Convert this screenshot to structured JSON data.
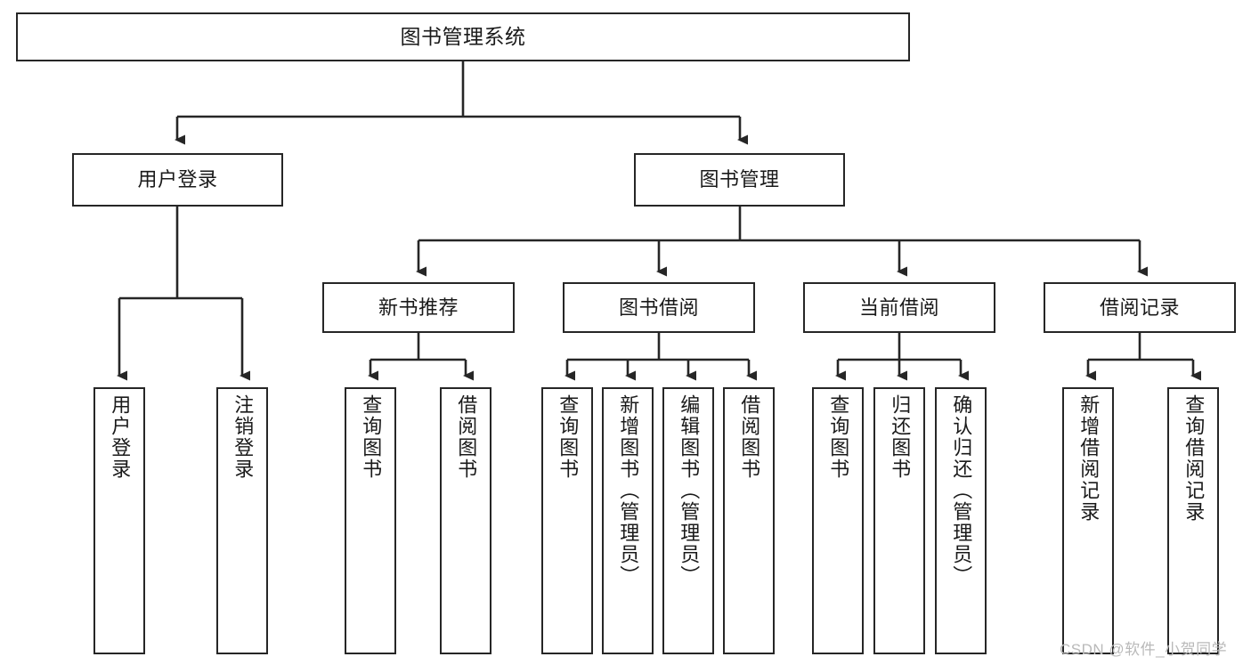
{
  "diagram": {
    "title": "图书管理系统",
    "type": "tree-hierarchy-diagram",
    "colors": {
      "stroke": "#262626",
      "background": "#ffffff",
      "text": "#1a1a1a",
      "watermark": "#b9b9b9"
    },
    "root": {
      "label": "图书管理系统"
    },
    "level1": [
      {
        "label": "用户登录"
      },
      {
        "label": "图书管理"
      }
    ],
    "level2": [
      {
        "label": "新书推荐"
      },
      {
        "label": "图书借阅"
      },
      {
        "label": "当前借阅"
      },
      {
        "label": "借阅记录"
      }
    ],
    "leaves": {
      "user_login": [
        {
          "label": "用户登录"
        },
        {
          "label": "注销登录"
        }
      ],
      "new_book_recommend": [
        {
          "label": "查询图书"
        },
        {
          "label": "借阅图书"
        }
      ],
      "book_borrow": [
        {
          "label": "查询图书"
        },
        {
          "label": "新增图书（管理员）"
        },
        {
          "label": "编辑图书（管理员）"
        },
        {
          "label": "借阅图书"
        }
      ],
      "current_borrow": [
        {
          "label": "查询图书"
        },
        {
          "label": "归还图书"
        },
        {
          "label": "确认归还（管理员）"
        }
      ],
      "borrow_record": [
        {
          "label": "新增借阅记录"
        },
        {
          "label": "查询借阅记录"
        }
      ]
    },
    "watermark": "CSDN @软件_小贺同学"
  }
}
